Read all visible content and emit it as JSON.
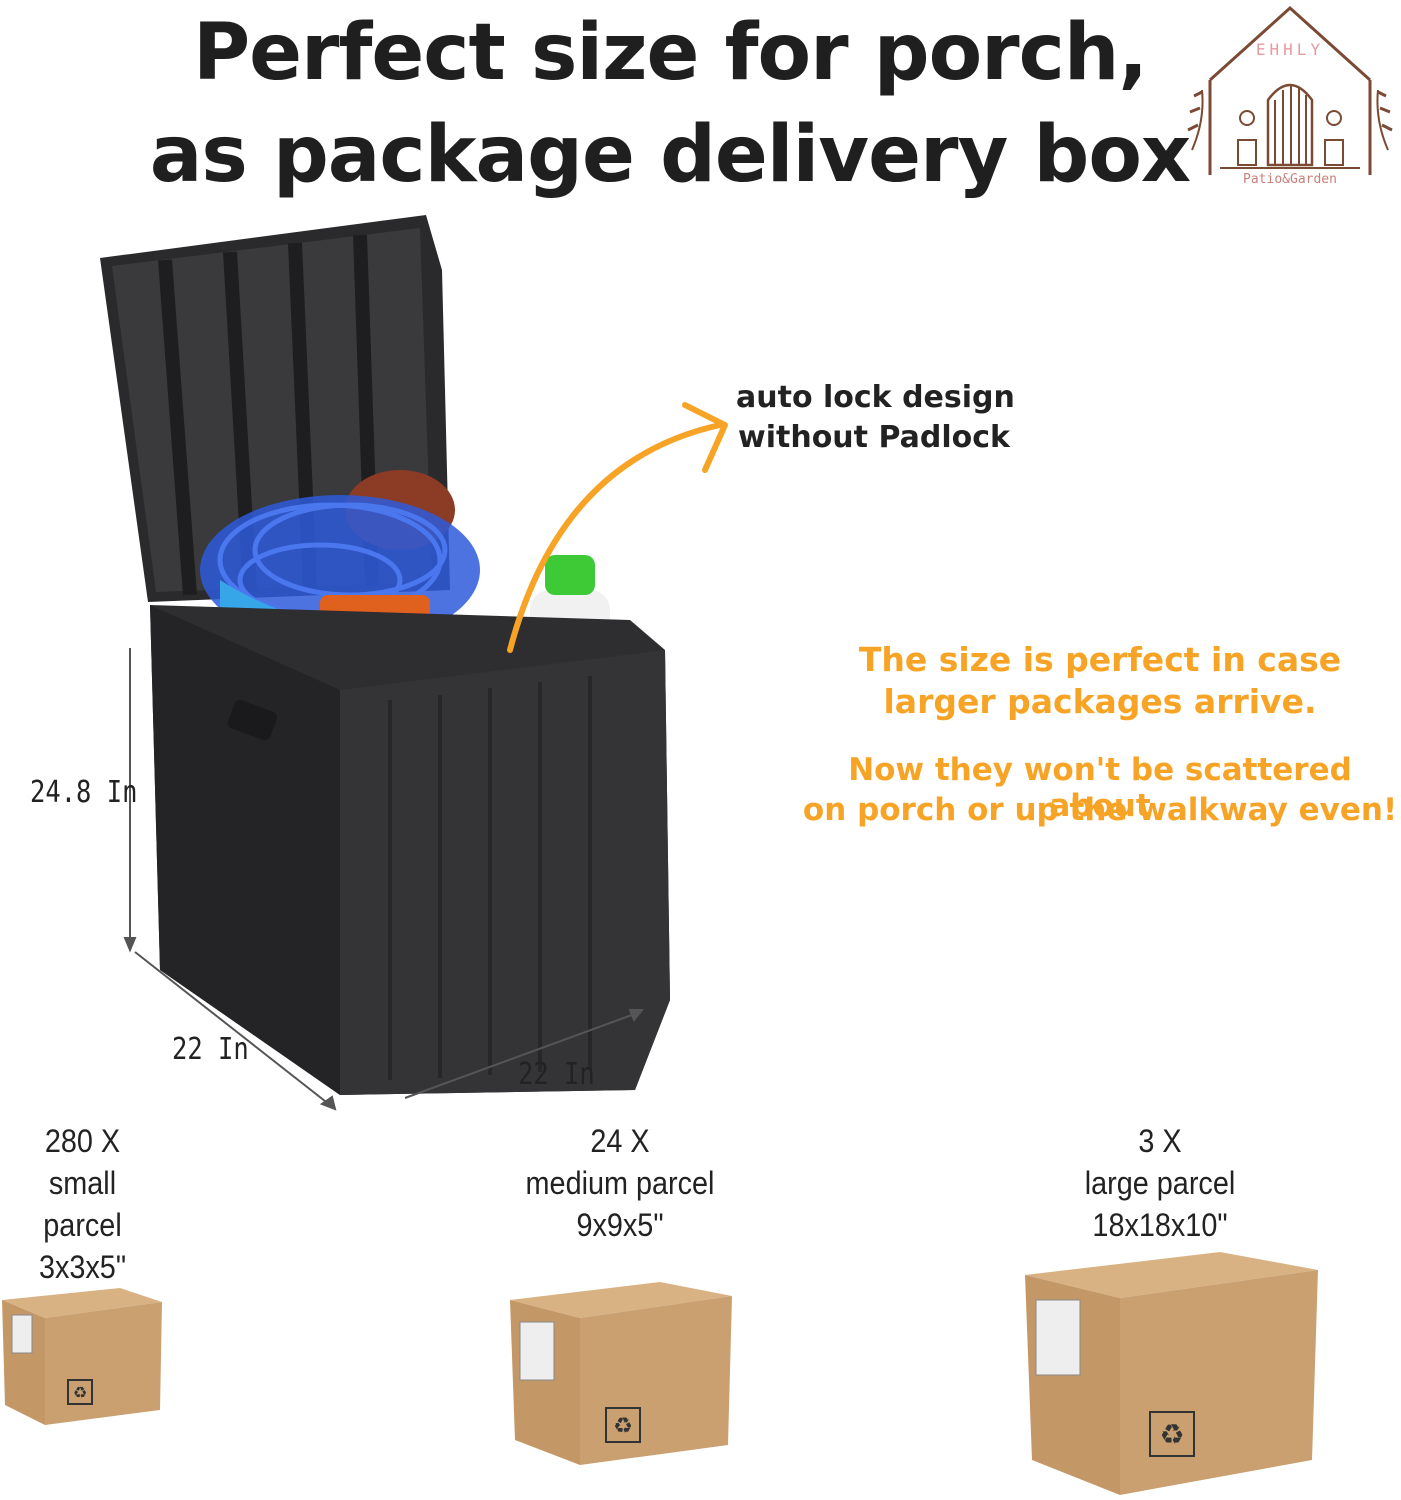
{
  "headline": {
    "line1": "Perfect size for porch,",
    "line2": "as package delivery box"
  },
  "logo": {
    "brand": "EHHLY",
    "tagline": "Patio&Garden"
  },
  "callout": {
    "line1": "auto lock design",
    "line2": "without Padlock"
  },
  "benefits": {
    "p1_line1": "The size is perfect in case",
    "p1_line2": "larger packages arrive.",
    "p2_line1": "Now they won't be scattered about",
    "p2_line2": "on porch or up the walkway even!"
  },
  "dimensions": {
    "height": "24.8 In",
    "depth": "22 In",
    "width": "22 In"
  },
  "parcels": [
    {
      "count": "280 X",
      "name": "small parcel",
      "size": "3x3x5\""
    },
    {
      "count": "24 X",
      "name": "medium parcel",
      "size": "9x9x5\""
    },
    {
      "count": "3 X",
      "name": "large parcel",
      "size": "18x18x10\""
    }
  ],
  "colors": {
    "accent": "#f7a325",
    "box_body": "#2e2e30",
    "cardboard": "#c9a274",
    "logo": "#7a4a34"
  }
}
